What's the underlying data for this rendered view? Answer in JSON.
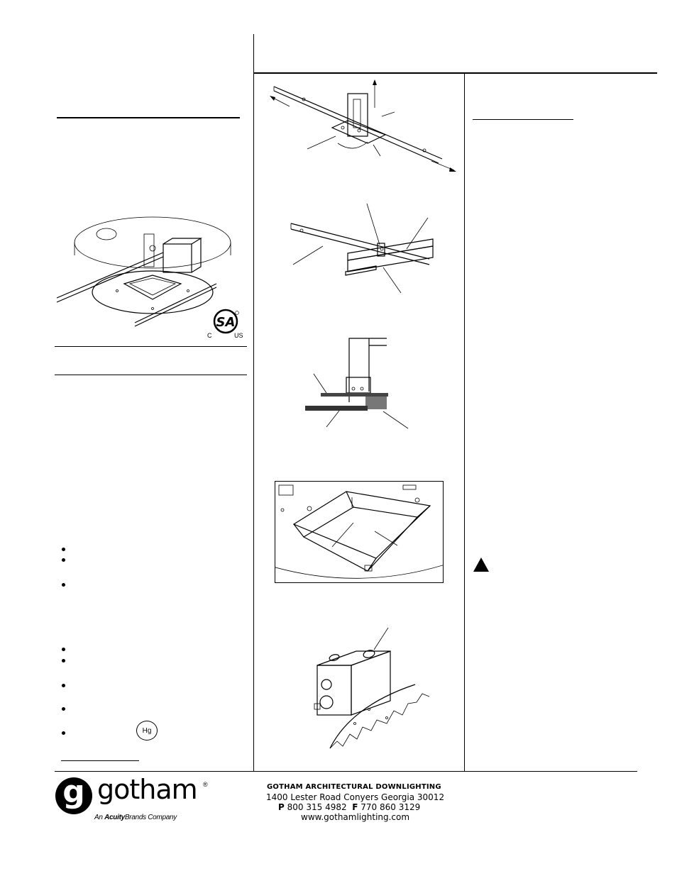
{
  "certification": {
    "mark_left": "C",
    "mark_right": "US"
  },
  "mercury_symbol": "Hg",
  "brand": {
    "logo_letter": "g",
    "name": "gotham",
    "registered": "®",
    "tagline_prefix": "An",
    "tagline_brand": "Acuity",
    "tagline_suffix": "Brands Company"
  },
  "footer": {
    "company": "GOTHAM ARCHITECTURAL DOWNLIGHTING",
    "address": "1400 Lester Road  Conyers Georgia 30012",
    "phone_label": "P",
    "phone": "800 315 4982",
    "fax_label": "F",
    "fax": "770 860 3129",
    "website": "www.gothamlighting.com"
  },
  "icons": [
    "warning-triangle-icon",
    "csa-certification-icon",
    "mercury-hg-icon"
  ]
}
